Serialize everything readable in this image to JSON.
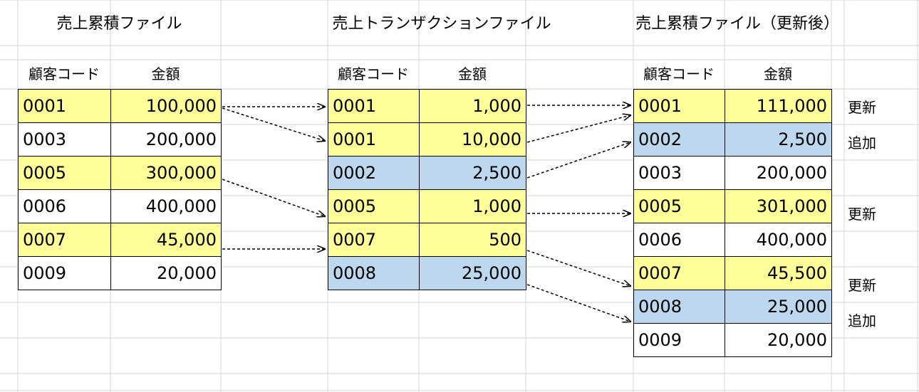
{
  "colors": {
    "yellow": "#ffff99",
    "blue": "#bdd7ee",
    "white": "#ffffff",
    "grid": "#d4d4d4"
  },
  "titles": {
    "cumulative": "売上累積ファイル",
    "transaction": "売上トランザクションファイル",
    "updated": "売上累積ファイル（更新後）"
  },
  "headers": {
    "code": "顧客コード",
    "amount": "金額"
  },
  "tables": {
    "cumulative": [
      {
        "code": "0001",
        "amount": "100,000",
        "color": "yellow"
      },
      {
        "code": "0003",
        "amount": "200,000",
        "color": "white"
      },
      {
        "code": "0005",
        "amount": "300,000",
        "color": "yellow"
      },
      {
        "code": "0006",
        "amount": "400,000",
        "color": "white"
      },
      {
        "code": "0007",
        "amount": "45,000",
        "color": "yellow"
      },
      {
        "code": "0009",
        "amount": "20,000",
        "color": "white"
      }
    ],
    "transaction": [
      {
        "code": "0001",
        "amount": "1,000",
        "color": "yellow"
      },
      {
        "code": "0001",
        "amount": "10,000",
        "color": "yellow"
      },
      {
        "code": "0002",
        "amount": "2,500",
        "color": "blue"
      },
      {
        "code": "0005",
        "amount": "1,000",
        "color": "yellow"
      },
      {
        "code": "0007",
        "amount": "500",
        "color": "yellow"
      },
      {
        "code": "0008",
        "amount": "25,000",
        "color": "blue"
      }
    ],
    "updated": [
      {
        "code": "0001",
        "amount": "111,000",
        "color": "yellow"
      },
      {
        "code": "0002",
        "amount": "2,500",
        "color": "blue"
      },
      {
        "code": "0003",
        "amount": "200,000",
        "color": "white"
      },
      {
        "code": "0005",
        "amount": "301,000",
        "color": "yellow"
      },
      {
        "code": "0006",
        "amount": "400,000",
        "color": "white"
      },
      {
        "code": "0007",
        "amount": "45,500",
        "color": "yellow"
      },
      {
        "code": "0008",
        "amount": "25,000",
        "color": "blue"
      },
      {
        "code": "0009",
        "amount": "20,000",
        "color": "white"
      }
    ]
  },
  "actions": {
    "update": "更新",
    "add": "追加"
  }
}
